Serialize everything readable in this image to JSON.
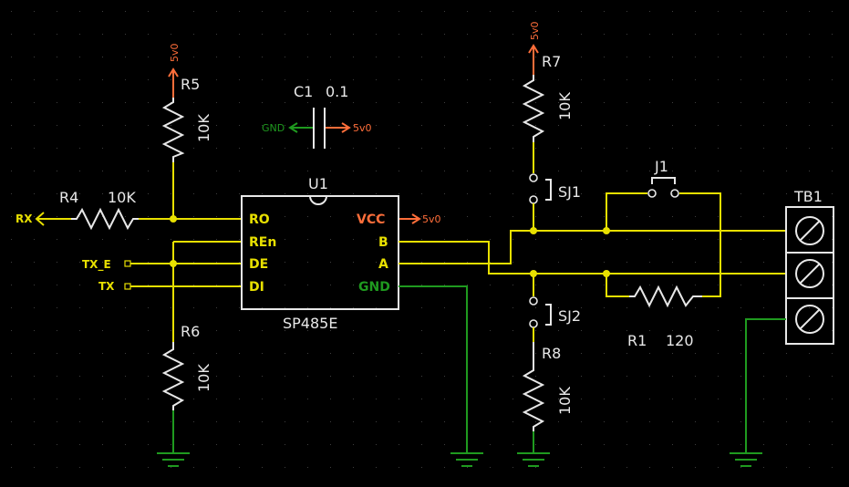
{
  "colors": {
    "background": "#000000",
    "wire": "#e8e000",
    "ground": "#1f9a1f",
    "power": "#ff6e3a",
    "component": "#e8e8e8"
  },
  "components": {
    "R5": {
      "ref": "R5",
      "value": "10K"
    },
    "R4": {
      "ref": "R4",
      "value": "10K"
    },
    "R6": {
      "ref": "R6",
      "value": "10K"
    },
    "R7": {
      "ref": "R7",
      "value": "10K"
    },
    "R8": {
      "ref": "R8",
      "value": "10K"
    },
    "R1": {
      "ref": "R1",
      "value": "120"
    },
    "C1": {
      "ref": "C1",
      "value": "0.1"
    },
    "U1": {
      "ref": "U1",
      "part": "SP485E"
    },
    "J1": {
      "ref": "J1"
    },
    "SJ1": {
      "ref": "SJ1"
    },
    "SJ2": {
      "ref": "SJ2"
    },
    "TB1": {
      "ref": "TB1"
    }
  },
  "pins": {
    "RO": "RO",
    "REn": "REn",
    "DE": "DE",
    "DI": "DI",
    "VCC": "VCC",
    "B": "B",
    "A": "A",
    "GND": "GND"
  },
  "nets": {
    "power": "5v0",
    "ground": "GND",
    "rx": "RX",
    "tx_e": "TX_E",
    "tx": "TX"
  }
}
